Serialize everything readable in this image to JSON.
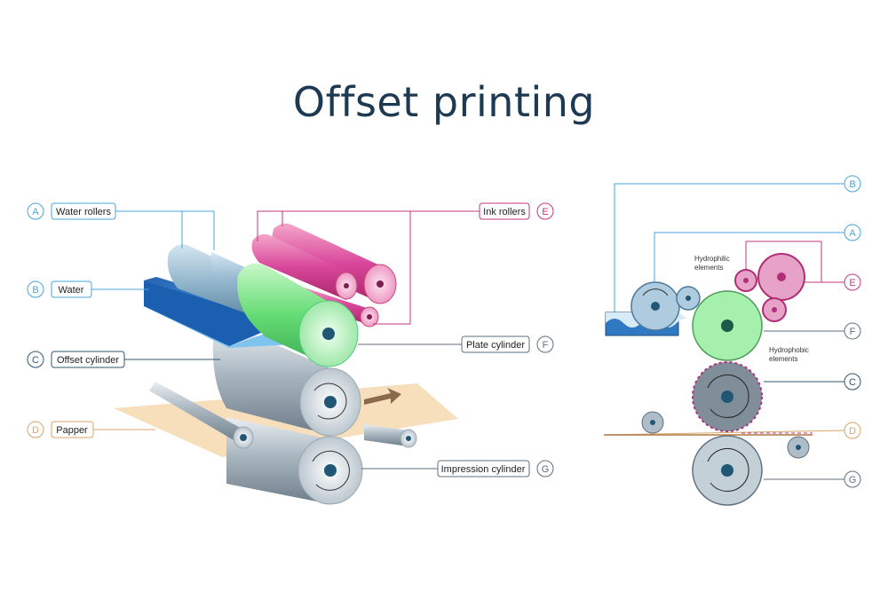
{
  "title": "Offset printing",
  "colors": {
    "water": "#4aa3d9",
    "ink": "#c2387f",
    "plate": "#8ee89a",
    "offset": "#2e5670",
    "paper": "#d7a46a",
    "impression": "#5f6f7c"
  },
  "labels": {
    "A": {
      "letter": "A",
      "text": "Water rollers"
    },
    "B": {
      "letter": "B",
      "text": "Water"
    },
    "C": {
      "letter": "C",
      "text": "Offset cylinder"
    },
    "D": {
      "letter": "D",
      "text": "Papper"
    },
    "E": {
      "letter": "E",
      "text": "Ink rollers"
    },
    "F": {
      "letter": "F",
      "text": "Plate cylinder"
    },
    "G": {
      "letter": "G",
      "text": "Impression cylinder"
    }
  },
  "schematic": {
    "hydrophilic": [
      "Hydrophilic",
      "elements"
    ],
    "hydrophobic": [
      "Hydrophobic",
      "elements"
    ],
    "letters": [
      "B",
      "A",
      "E",
      "F",
      "C",
      "D",
      "G"
    ]
  }
}
